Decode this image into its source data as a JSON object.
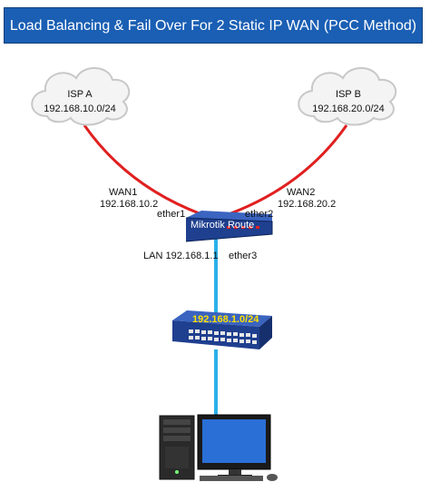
{
  "title": "Load Balancing & Fail Over For 2 Static IP WAN (PCC Method)",
  "isp_a": {
    "name": "ISP A",
    "subnet": "192.168.10.0/24"
  },
  "isp_b": {
    "name": "ISP B",
    "subnet": "192.168.20.0/24"
  },
  "wan1": {
    "name": "WAN1",
    "ip": "192.168.10.2",
    "port": "ether1"
  },
  "wan2": {
    "name": "WAN2",
    "ip": "192.168.20.2",
    "port": "ether2"
  },
  "router": {
    "name": "Mikrotik Route"
  },
  "lan": {
    "label": "LAN 192.168.1.1",
    "port": "ether3"
  },
  "switch": {
    "subnet": "192.168.1.0/24"
  },
  "colors": {
    "title_bg": "#1a5fb4",
    "wan_link": "#e02020",
    "lan_link": "#2ab0e8",
    "device_blue": "#1f3f8f",
    "switch_label": "#ffe000"
  }
}
